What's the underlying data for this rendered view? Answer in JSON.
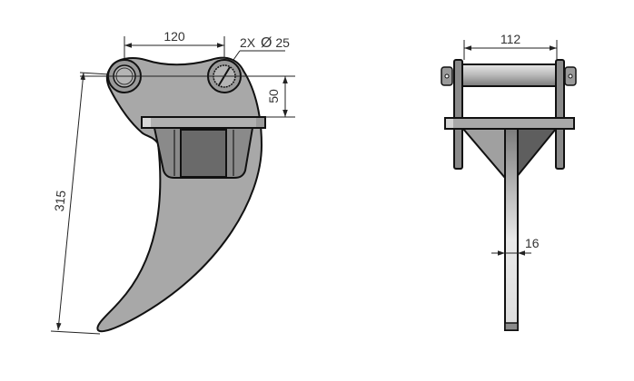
{
  "drawing": {
    "type": "technical-drawing",
    "subject": "excavator ripper tooth",
    "colors": {
      "background": "#ffffff",
      "body_fill": "#a8a8a8",
      "dark_fill": "#6a6a6a",
      "outline": "#111111",
      "dimension_line": "#222222"
    },
    "views": {
      "side": {
        "name": "side-view",
        "dimensions": {
          "pin_spacing": "120",
          "pin_diameter": "2X Ø 25",
          "pin_diameter_prefix": "2X",
          "pin_diameter_value": "25",
          "pin_to_plate_height": "50",
          "total_length": "315"
        }
      },
      "front": {
        "name": "front-view",
        "dimensions": {
          "bracket_width": "112",
          "shank_thickness": "16"
        }
      }
    }
  }
}
